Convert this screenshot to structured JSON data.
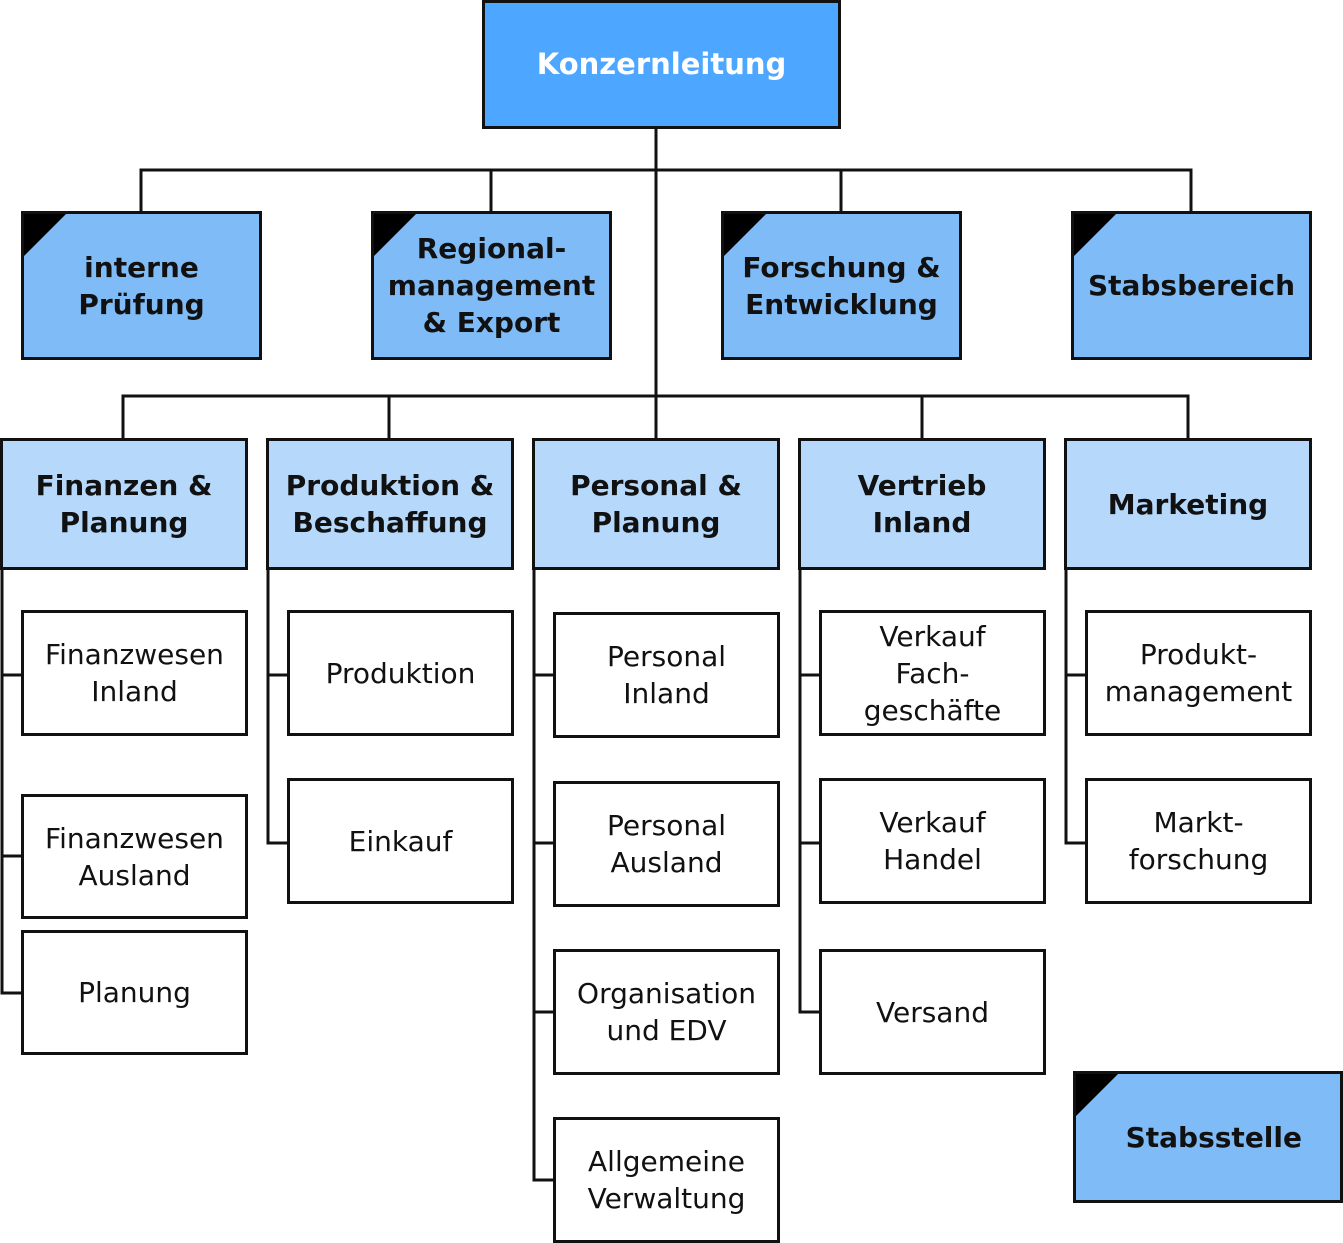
{
  "colors": {
    "top": "#4da6ff",
    "staff": "#7fbcf7",
    "department": "#b5d8fb",
    "unit": "#ffffff",
    "line": "#111111"
  },
  "top": {
    "label": "Konzernleitung"
  },
  "staff_units": [
    {
      "label": "interne\nPrüfung"
    },
    {
      "label": "Regional-\nmanagement\n& Export"
    },
    {
      "label": "Forschung &\nEntwicklung"
    },
    {
      "label": "Stabsbereich"
    }
  ],
  "departments": [
    {
      "label": "Finanzen &\nPlanung",
      "units": [
        {
          "label": "Finanzwesen\nInland"
        },
        {
          "label": "Finanzwesen\nAusland"
        },
        {
          "label": "Planung"
        }
      ]
    },
    {
      "label": "Produktion &\nBeschaffung",
      "units": [
        {
          "label": "Produktion"
        },
        {
          "label": "Einkauf"
        }
      ]
    },
    {
      "label": "Personal &\nPlanung",
      "units": [
        {
          "label": "Personal\nInland"
        },
        {
          "label": "Personal\nAusland"
        },
        {
          "label": "Organisation\nund EDV"
        },
        {
          "label": "Allgemeine\nVerwaltung"
        }
      ]
    },
    {
      "label": "Vertrieb\nInland",
      "units": [
        {
          "label": "Verkauf\nFach-\ngeschäfte"
        },
        {
          "label": "Verkauf\nHandel"
        },
        {
          "label": "Versand"
        }
      ]
    },
    {
      "label": "Marketing",
      "units": [
        {
          "label": "Produkt-\nmanagement"
        },
        {
          "label": "Markt-\nforschung"
        }
      ]
    }
  ],
  "legend": {
    "staff_label": "Stabsstelle"
  }
}
